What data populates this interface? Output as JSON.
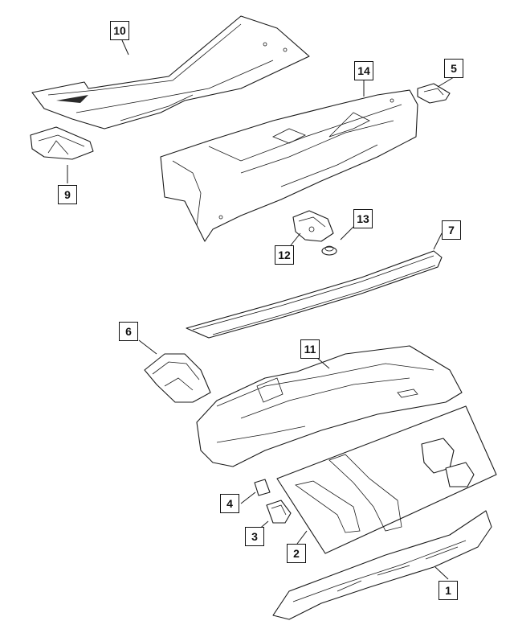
{
  "callouts": [
    {
      "id": "1",
      "label": "1"
    },
    {
      "id": "2",
      "label": "2"
    },
    {
      "id": "3",
      "label": "3"
    },
    {
      "id": "4",
      "label": "4"
    },
    {
      "id": "5",
      "label": "5"
    },
    {
      "id": "6",
      "label": "6"
    },
    {
      "id": "7",
      "label": "7"
    },
    {
      "id": "9",
      "label": "9"
    },
    {
      "id": "10",
      "label": "10"
    },
    {
      "id": "11",
      "label": "11"
    },
    {
      "id": "12",
      "label": "12"
    },
    {
      "id": "13",
      "label": "13"
    },
    {
      "id": "14",
      "label": "14"
    }
  ]
}
